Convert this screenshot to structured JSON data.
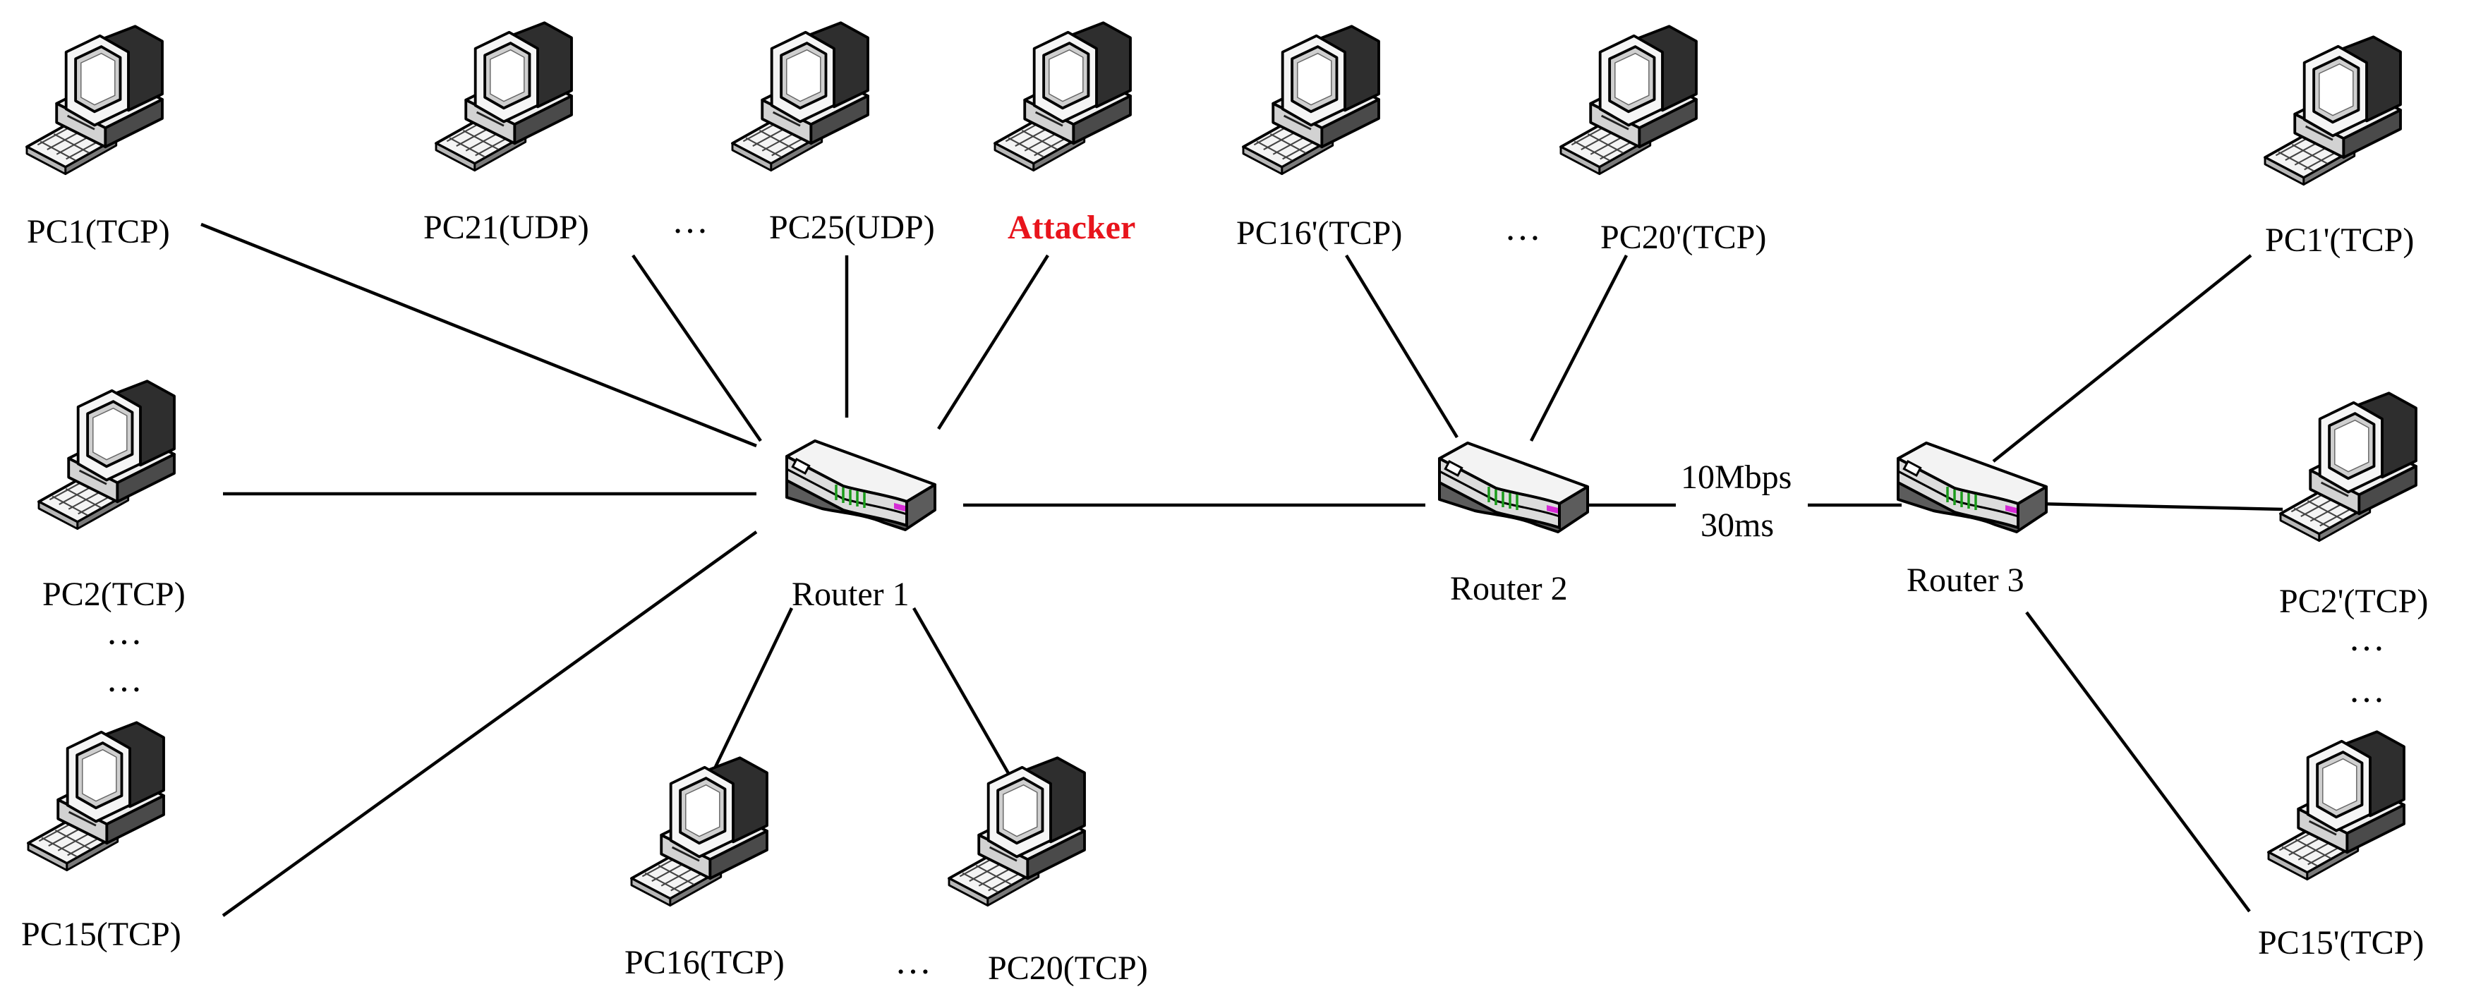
{
  "routers": [
    {
      "id": "r1",
      "label": "Router 1"
    },
    {
      "id": "r2",
      "label": "Router 2"
    },
    {
      "id": "r3",
      "label": "Router 3"
    }
  ],
  "hosts": [
    {
      "id": "pc1",
      "label": "PC1(TCP)"
    },
    {
      "id": "pc2",
      "label": "PC2(TCP)"
    },
    {
      "id": "pc15",
      "label": "PC15(TCP)"
    },
    {
      "id": "pc21",
      "label": "PC21(UDP)"
    },
    {
      "id": "pc25",
      "label": "PC25(UDP)"
    },
    {
      "id": "attacker",
      "label": "Attacker"
    },
    {
      "id": "pc16",
      "label": "PC16(TCP)"
    },
    {
      "id": "pc20",
      "label": "PC20(TCP)"
    },
    {
      "id": "pc16p",
      "label": "PC16'(TCP)"
    },
    {
      "id": "pc20p",
      "label": "PC20'(TCP)"
    },
    {
      "id": "pc1p",
      "label": "PC1'(TCP)"
    },
    {
      "id": "pc2p",
      "label": "PC2'(TCP)"
    },
    {
      "id": "pc15p",
      "label": "PC15'(TCP)"
    }
  ],
  "links": [
    {
      "from": "pc1",
      "to": "r1"
    },
    {
      "from": "pc2",
      "to": "r1"
    },
    {
      "from": "pc15",
      "to": "r1"
    },
    {
      "from": "pc21",
      "to": "r1"
    },
    {
      "from": "pc25",
      "to": "r1"
    },
    {
      "from": "attacker",
      "to": "r1"
    },
    {
      "from": "pc16",
      "to": "r1"
    },
    {
      "from": "pc20",
      "to": "r1"
    },
    {
      "from": "r1",
      "to": "r2"
    },
    {
      "from": "pc16p",
      "to": "r2"
    },
    {
      "from": "pc20p",
      "to": "r2"
    },
    {
      "from": "r2",
      "to": "r3"
    },
    {
      "from": "pc1p",
      "to": "r3"
    },
    {
      "from": "pc2p",
      "to": "r3"
    },
    {
      "from": "pc15p",
      "to": "r3"
    }
  ],
  "bottleneck": {
    "bandwidth": "10Mbps",
    "delay": "30ms"
  },
  "ellipsis": "…",
  "colors": {
    "attacker_label": "#e8141c",
    "router_led": "#1a9b1a",
    "router_port": "#d52bd5"
  }
}
